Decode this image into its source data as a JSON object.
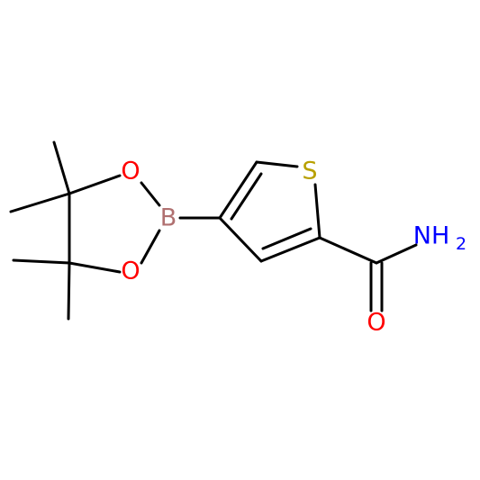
{
  "atoms": {
    "S": {
      "label": "S",
      "color": "#b8a000"
    },
    "B": {
      "label": "B",
      "color": "#b07070"
    },
    "O1": {
      "label": "O",
      "color": "#ff0000"
    },
    "O2": {
      "label": "O",
      "color": "#ff0000"
    },
    "O_carbonyl": {
      "label": "O",
      "color": "#ff0000"
    },
    "N": {
      "label": "NH",
      "subscript": "2",
      "color": "#0000ff"
    }
  },
  "bond_color": "#000000"
}
